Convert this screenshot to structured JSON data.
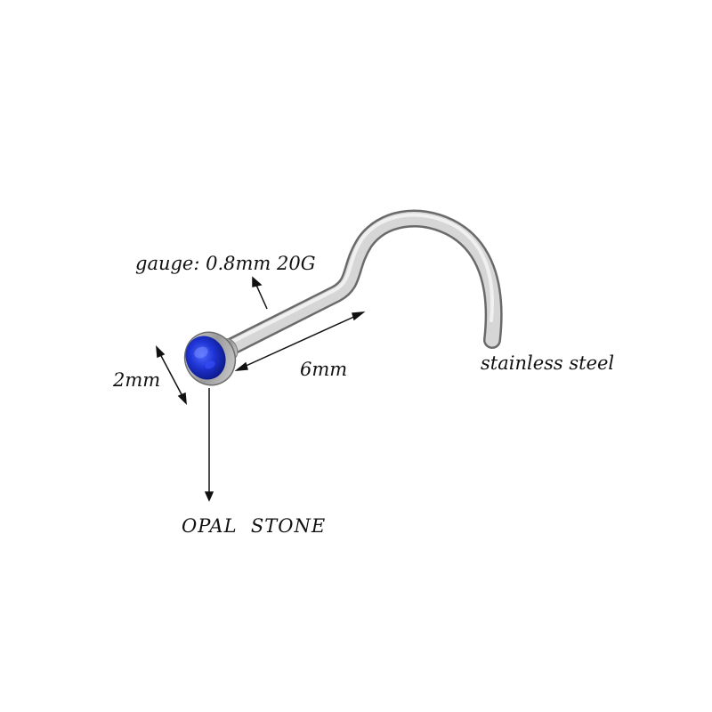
{
  "labels": {
    "gauge": "gauge: 0.8mm 20G",
    "length": "6mm",
    "diameter": "2mm",
    "material": "stainless steel",
    "stone": "OPAL  STONE"
  },
  "colors": {
    "background": "#ffffff",
    "steel": "#c9c9c9",
    "opal": "#1a2fcf",
    "text": "#111111"
  }
}
